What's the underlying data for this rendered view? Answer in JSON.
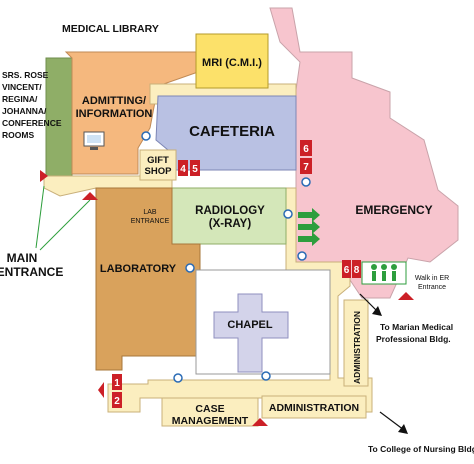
{
  "rooms": {
    "medical_library": "MEDICAL LIBRARY",
    "mri": "MRI (C.M.I.)",
    "admitting": [
      "ADMITTING/",
      "INFORMATION"
    ],
    "cafeteria": "CAFETERIA",
    "gift_shop": [
      "GIFT",
      "SHOP"
    ],
    "emergency": "EMERGENCY",
    "radiology": [
      "RADIOLOGY",
      "(X-RAY)"
    ],
    "lab_entrance": [
      "LAB",
      "ENTRANCE"
    ],
    "laboratory": "LABORATORY",
    "chapel": "CHAPEL",
    "administration_vertical": "ADMINISTRATION",
    "case_management": [
      "CASE",
      "MANAGEMENT"
    ],
    "administration": "ADMINISTRATION"
  },
  "conference_rooms": [
    "SRS. ROSE",
    "VINCENT/",
    "REGINA/",
    "JOHANNA/",
    "CONFERENCE",
    "ROOMS"
  ],
  "main_entrance": [
    "MAIN",
    "ENTRANCE"
  ],
  "walk_in_er": [
    "Walk in ER",
    "Entrance"
  ],
  "directions": {
    "marian": [
      "To Marian Medical",
      "Professional Bldg."
    ],
    "nursing": "To College of Nursing Bldg."
  },
  "elevators": {
    "gift_shop": [
      "4",
      "5"
    ],
    "emergency": [
      "6",
      "7"
    ],
    "emergency_lower": [
      "6",
      "8"
    ],
    "south_west": [
      "1",
      "2"
    ]
  },
  "colors": {
    "emergency": "#f7c5ce",
    "admitting": "#f5b87e",
    "laboratory": "#d9a25c",
    "cafeteria": "#b9c1e3",
    "radiology": "#d4e7b9",
    "chapel": "#d3d3ea",
    "mri": "#fce16a",
    "corridor": "#fbeebf",
    "library": "#8fae67",
    "elevator": "#cc2027",
    "entrance": "#cc2027",
    "arrow": "#2e9e3d",
    "directions": "#2e9e3d"
  }
}
